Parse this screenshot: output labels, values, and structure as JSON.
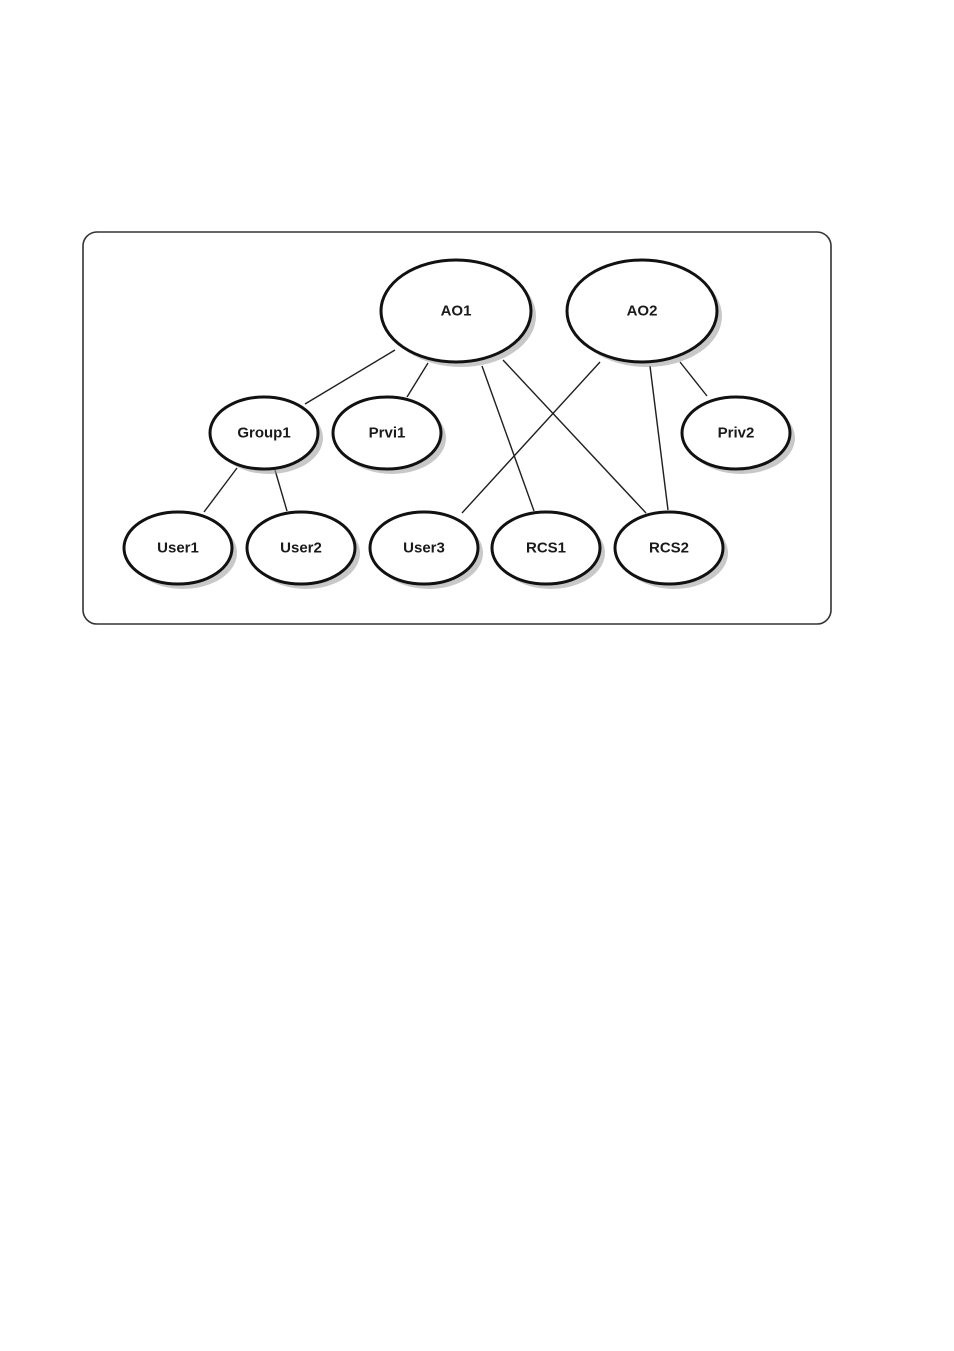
{
  "nodes": [
    {
      "id": "ao1",
      "label": "AO1"
    },
    {
      "id": "ao2",
      "label": "AO2"
    },
    {
      "id": "group1",
      "label": "Group1"
    },
    {
      "id": "prvi1",
      "label": "Prvi1"
    },
    {
      "id": "priv2",
      "label": "Priv2"
    },
    {
      "id": "user1",
      "label": "User1"
    },
    {
      "id": "user2",
      "label": "User2"
    },
    {
      "id": "user3",
      "label": "User3"
    },
    {
      "id": "rcs1",
      "label": "RCS1"
    },
    {
      "id": "rcs2",
      "label": "RCS2"
    }
  ],
  "edges": [
    {
      "from": "ao1",
      "to": "group1"
    },
    {
      "from": "ao1",
      "to": "prvi1"
    },
    {
      "from": "ao1",
      "to": "rcs1"
    },
    {
      "from": "ao1",
      "to": "rcs2"
    },
    {
      "from": "ao2",
      "to": "user3"
    },
    {
      "from": "ao2",
      "to": "rcs2"
    },
    {
      "from": "ao2",
      "to": "priv2"
    },
    {
      "from": "group1",
      "to": "user1"
    },
    {
      "from": "group1",
      "to": "user2"
    }
  ]
}
